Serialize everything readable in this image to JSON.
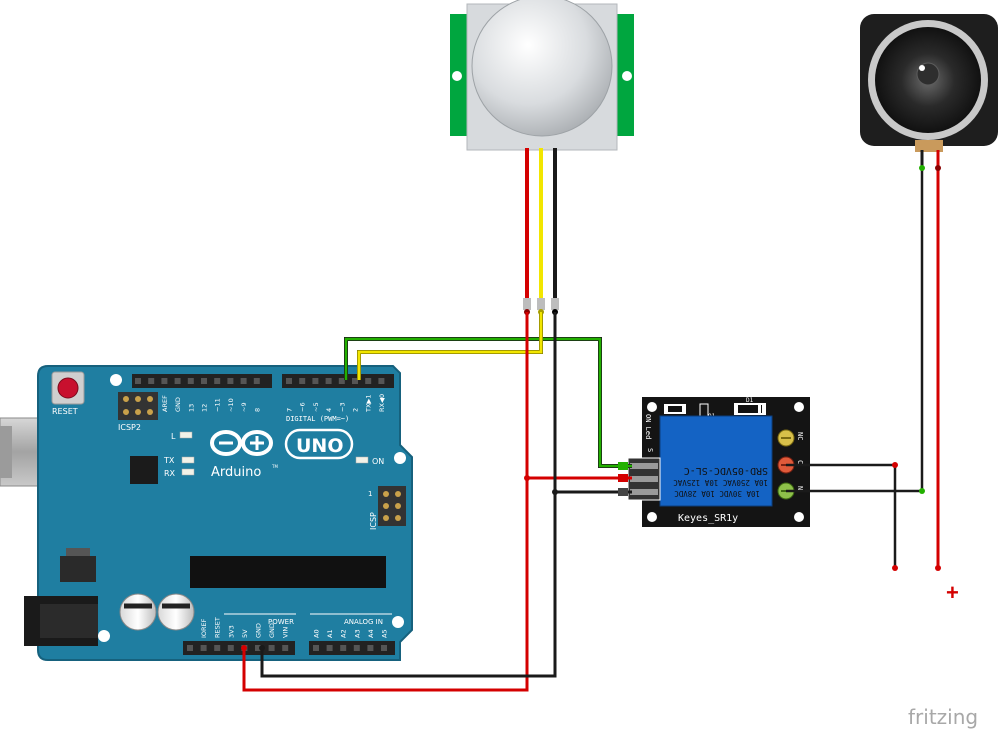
{
  "arduino": {
    "reset_label": "RESET",
    "icsp2_label": "ICSP2",
    "icsp_label": "ICSP",
    "logo_uno": "UNO",
    "logo_name": "Arduino",
    "tm": "TM",
    "led_l": "L",
    "led_tx": "TX",
    "led_rx": "RX",
    "led_on": "ON",
    "digital_label": "DIGITAL (PWM=~)",
    "power_label": "POWER",
    "analog_label": "ANALOG IN",
    "top_pins": [
      "AREF",
      "GND",
      "13",
      "12",
      "~11",
      "~10",
      "~9",
      "8",
      "7",
      "~6",
      "~5",
      "4",
      "~3",
      "2",
      "TX▶1",
      "RX◀0"
    ],
    "power_pins": [
      "IOREF",
      "RESET",
      "3V3",
      "5V",
      "GND",
      "GND",
      "VIN"
    ],
    "analog_pins": [
      "A0",
      "A1",
      "A2",
      "A3",
      "A4",
      "A5"
    ],
    "icsp_small": "1"
  },
  "relay": {
    "name": "Keyes_SR1y",
    "line1": "SRD-05VDC-SL-C",
    "line2": "10A 250VAC  10A 125VAC",
    "line3": "10A 30VDC  10A 28VDC",
    "label_on_led": "ON Led",
    "label_s": "S",
    "label_r1": "R1",
    "label_d1": "D1",
    "label_q1": "Q1",
    "label_nc": "NC",
    "label_c": "C",
    "label_n": "N"
  },
  "speaker_plus": "+",
  "watermark": "fritzing",
  "colors": {
    "board": "#1f7ea1",
    "board_edge": "#16617d",
    "wire_red": "#d40000",
    "wire_black": "#1a1a1a",
    "wire_yellow": "#f2e600",
    "wire_green": "#22b000",
    "pir_green": "#00a63f",
    "relay_blue": "#1463c4"
  }
}
